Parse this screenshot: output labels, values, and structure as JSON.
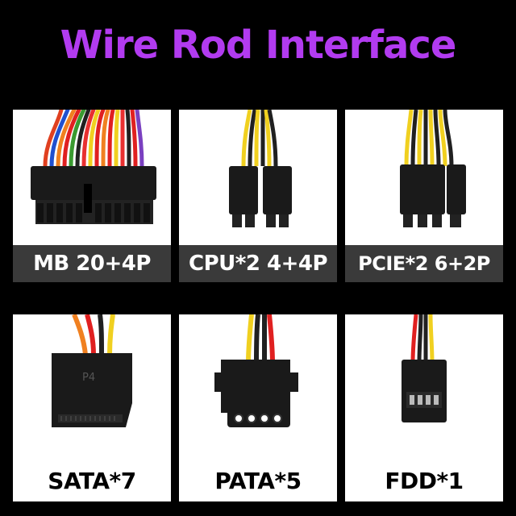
{
  "title": "Wire Rod Interface",
  "colors": {
    "title": "#b23bf0",
    "background": "#000000",
    "label_bar": "#3a3a3a",
    "connector": "#1a1a1a"
  },
  "connectors": [
    {
      "label": "MB 20+4P"
    },
    {
      "label": "CPU*2 4+4P"
    },
    {
      "label": "PCIE*2 6+2P"
    },
    {
      "label": "SATA*7",
      "connector_marking": "P4"
    },
    {
      "label": "PATA*5"
    },
    {
      "label": "FDD*1"
    }
  ]
}
